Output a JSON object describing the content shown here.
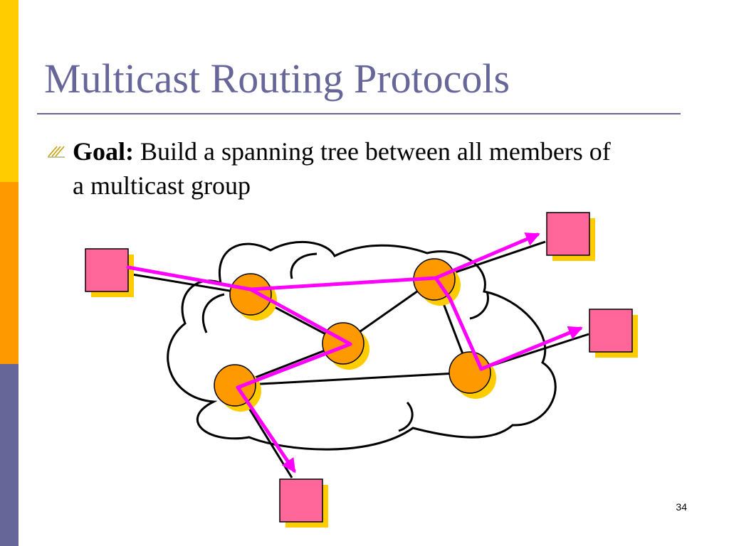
{
  "slide": {
    "title": "Multicast Routing Protocols",
    "bullet": {
      "label": "Goal:",
      "text": "Build a spanning tree between all members of a multicast group"
    },
    "page_number": "34"
  },
  "colors": {
    "title": "#666699",
    "band_top": "#FFCC00",
    "band_middle": "#FF9900",
    "band_bottom": "#666699",
    "router": "#FF9900",
    "router_shadow": "#FFCC00",
    "host": "#FF6699",
    "host_shadow": "#FFCC00",
    "tree_arrow": "#FF00FF",
    "link": "#000000"
  },
  "diagram": {
    "routers": [
      "router-a",
      "router-b",
      "router-c",
      "router-d",
      "router-e"
    ],
    "hosts": [
      "host-left",
      "host-top-right",
      "host-right",
      "host-bottom"
    ]
  }
}
